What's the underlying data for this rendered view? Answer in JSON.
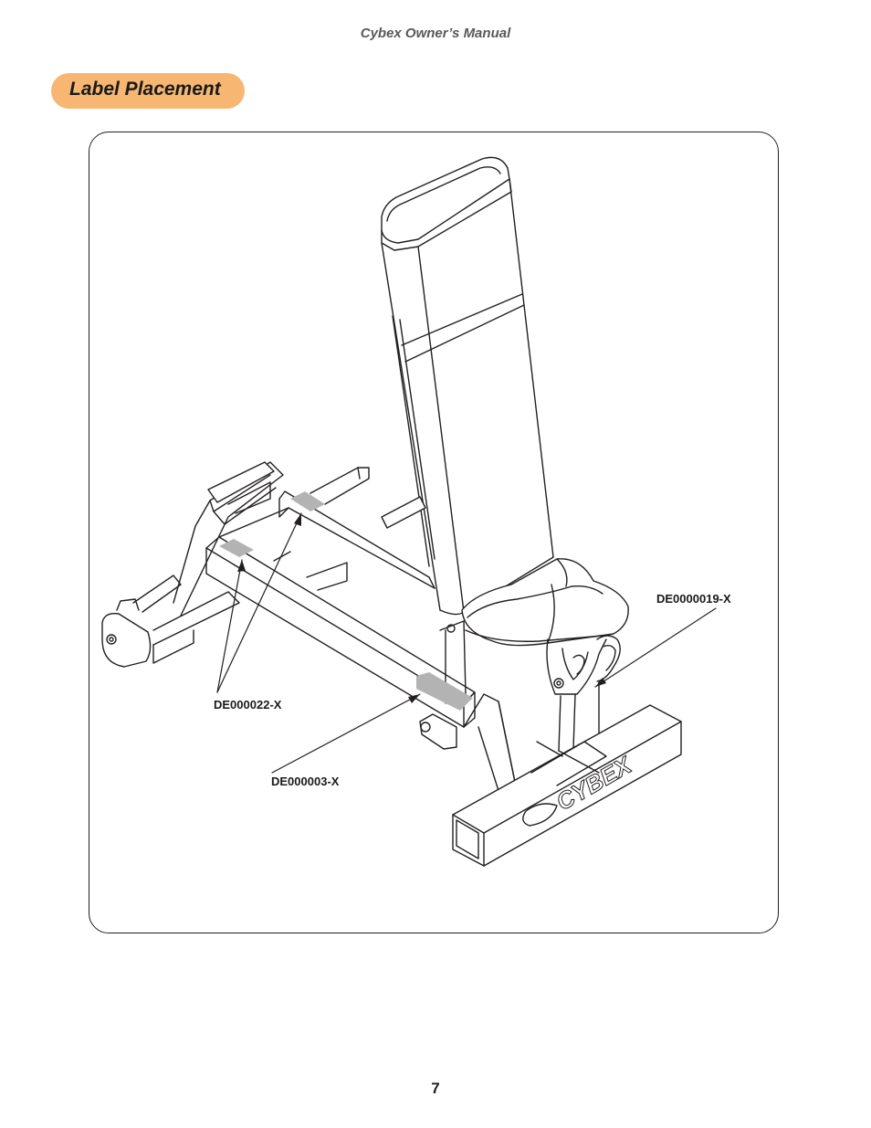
{
  "header": {
    "title": "Cybex Owner’s Manual"
  },
  "section": {
    "title": "Label Placement"
  },
  "figure": {
    "callouts": {
      "seat": "DE0000019-X",
      "frame_top": "DE000022-X",
      "frame_side": "DE000003-X"
    },
    "logo_text": "CYBEX"
  },
  "footer": {
    "page_number": "7"
  },
  "colors": {
    "pill": "#f7b772",
    "line": "#231f20",
    "label_patch": "#b3b3b3"
  }
}
